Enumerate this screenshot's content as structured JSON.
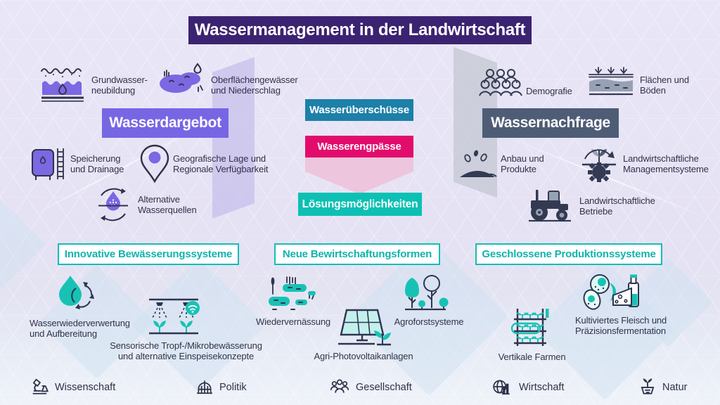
{
  "title": "Wassermanagement in der Landwirtschaft",
  "supply": {
    "heading": "Wasserdargebot",
    "items": [
      {
        "icon": "groundwater-recharge-icon",
        "label": "Grundwasser-neubildung"
      },
      {
        "icon": "surface-water-icon",
        "label": "Oberflächengewässer und Niederschlag"
      },
      {
        "icon": "storage-tank-icon",
        "label": "Speicherung und Drainage"
      },
      {
        "icon": "map-pin-icon",
        "label": "Geografische Lage und Regionale Verfügbarkeit"
      },
      {
        "icon": "alternative-water-icon",
        "label": "Alternative Wasserquellen"
      }
    ]
  },
  "demand": {
    "heading": "Wassernachfrage",
    "items": [
      {
        "icon": "people-group-icon",
        "label": "Demografie"
      },
      {
        "icon": "soil-layers-icon",
        "label": "Flächen und Böden"
      },
      {
        "icon": "seeds-icon",
        "label": "Anbau und Produkte"
      },
      {
        "icon": "plant-gear-icon",
        "label": "Landwirtschaftliche Managementsysteme"
      },
      {
        "icon": "tractor-icon",
        "label": "Landwirtschaftliche Betriebe"
      }
    ]
  },
  "center": {
    "surplus": "Wasserüberschüsse",
    "shortage": "Wasserengpässe",
    "solutions": "Lösungsmöglichkeiten"
  },
  "solutions": {
    "categories": [
      "Innovative Bewässerungssysteme",
      "Neue Bewirtschaftungsformen",
      "Geschlossene Produktionssysteme"
    ],
    "items": [
      {
        "icon": "water-recycling-icon",
        "label": "Wasserwiederverwertung und Aufbereitung"
      },
      {
        "icon": "drip-irrigation-icon",
        "label": "Sensorische Tropf-/Mikrobewässerung und alternative Einspeisekonzepte"
      },
      {
        "icon": "rewetting-icon",
        "label": "Wiedervernässung"
      },
      {
        "icon": "agri-pv-icon",
        "label": "Agri-Photovoltaikanlagen"
      },
      {
        "icon": "agroforestry-icon",
        "label": "Agroforstsysteme"
      },
      {
        "icon": "vertical-farm-icon",
        "label": "Vertikale Farmen"
      },
      {
        "icon": "cultivated-food-icon",
        "label": "Kultiviertes Fleisch und Präzisionsfermentation"
      }
    ]
  },
  "footer": {
    "items": [
      {
        "icon": "science-icon",
        "label": "Wissenschaft"
      },
      {
        "icon": "politics-icon",
        "label": "Politik"
      },
      {
        "icon": "society-icon",
        "label": "Gesellschaft"
      },
      {
        "icon": "economy-icon",
        "label": "Wirtschaft"
      },
      {
        "icon": "nature-icon",
        "label": "Natur"
      }
    ]
  },
  "colors": {
    "title_bg": "#3b2371",
    "supply_bg": "#7766e4",
    "demand_bg": "#4f5c76",
    "surplus_bg": "#1d80a8",
    "shortage_bg": "#e20c6c",
    "shortage_arrow": "#eec2da",
    "solutions_bg": "#0cc0b4",
    "category_teal": "#16bdb4",
    "icon_purple": "#7b68e2",
    "icon_slate": "#50607c",
    "icon_teal": "#17c2b5",
    "text": "#32324a",
    "background": "#e5e2f4"
  }
}
